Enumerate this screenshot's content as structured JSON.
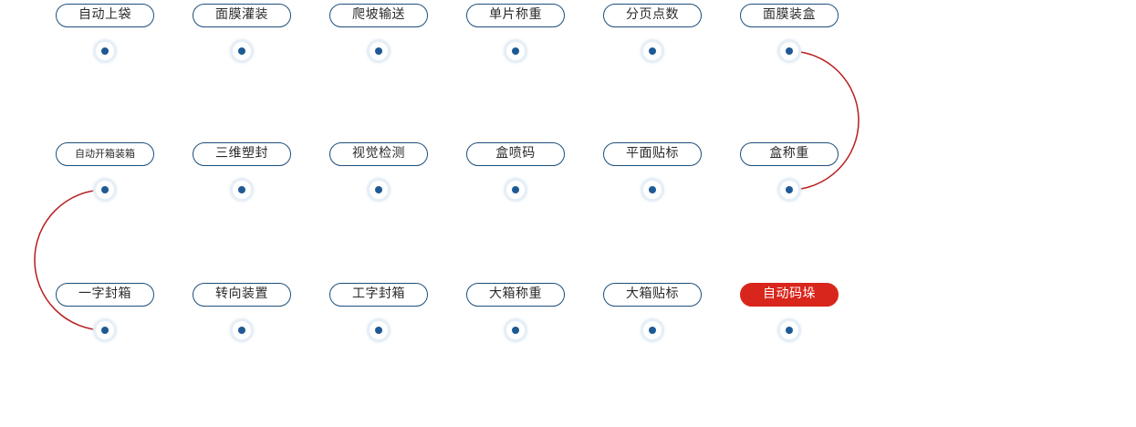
{
  "colors": {
    "accent": "#d9261c",
    "node": "#1d5a94",
    "pill_border": "#1d4f7c"
  },
  "rows": [
    {
      "steps": [
        {
          "label": "自动上袋"
        },
        {
          "label": "面膜灌装"
        },
        {
          "label": "爬坡输送"
        },
        {
          "label": "单片称重"
        },
        {
          "label": "分页点数"
        },
        {
          "label": "面膜装盒"
        }
      ]
    },
    {
      "steps": [
        {
          "label": "自动开箱装箱"
        },
        {
          "label": "三维塑封"
        },
        {
          "label": "视觉检测"
        },
        {
          "label": "盒喷码"
        },
        {
          "label": "平面贴标"
        },
        {
          "label": "盒称重"
        }
      ]
    },
    {
      "steps": [
        {
          "label": "一字封箱"
        },
        {
          "label": "转向装置"
        },
        {
          "label": "工字封箱"
        },
        {
          "label": "大箱称重"
        },
        {
          "label": "大箱贴标"
        },
        {
          "label": "自动码垛",
          "active": true
        }
      ]
    }
  ]
}
